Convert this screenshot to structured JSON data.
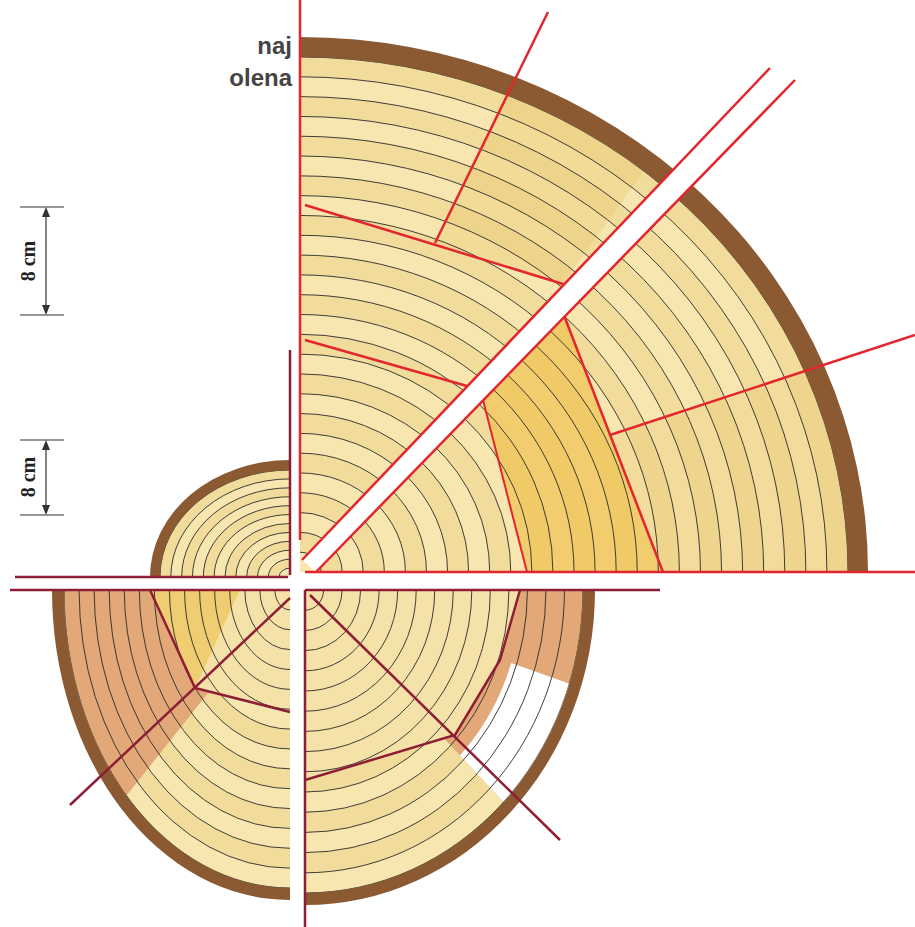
{
  "diagram": {
    "labels": [
      "naj",
      "olena",
      "8 cm",
      "8 cm"
    ]
  }
}
